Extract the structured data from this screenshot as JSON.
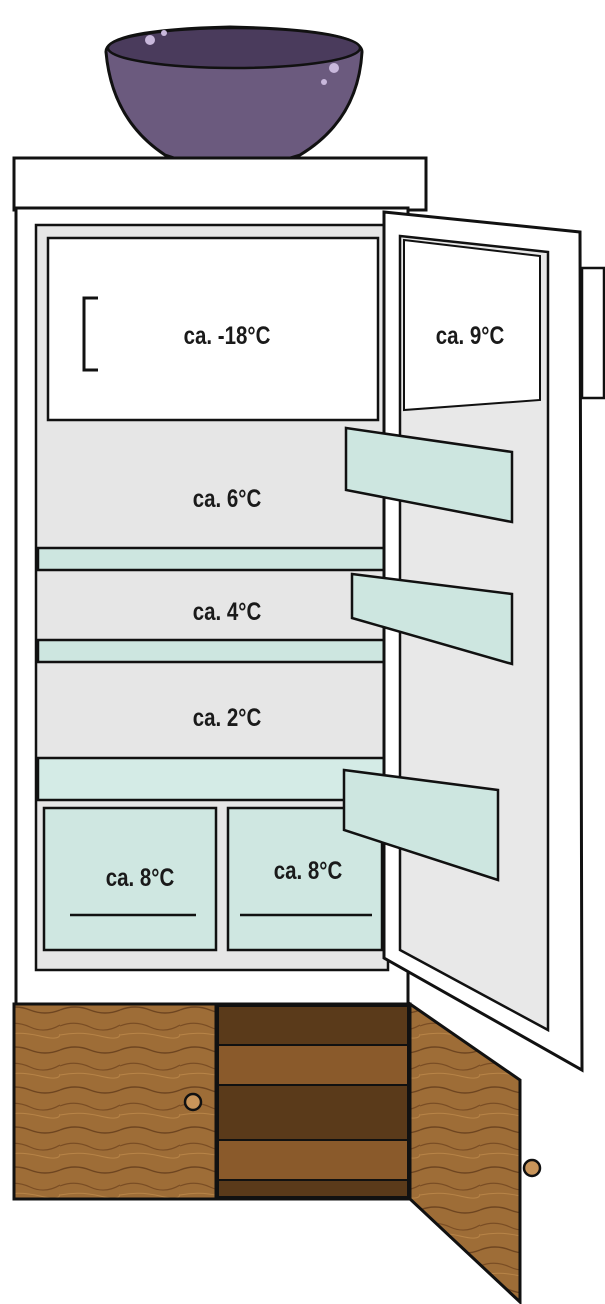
{
  "zones": {
    "freezer": "ca. -18°C",
    "door": "ca. 9°C",
    "top_shelf": "ca. 6°C",
    "middle_shelf": "ca. 4°C",
    "bottom_shelf": "ca. 2°C",
    "crisper_left": "ca. 8°C",
    "crisper_right": "ca. 8°C"
  },
  "colors": {
    "bowl": "#6b5a7e",
    "fridge_body": "#ffffff",
    "interior": "#e2e2e2",
    "glass": "#cde6e0",
    "wood": "#9a6a35",
    "outline": "#111111"
  }
}
